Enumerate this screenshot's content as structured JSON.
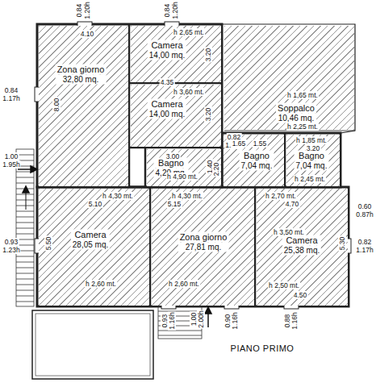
{
  "diagram": {
    "title": "PIANO PRIMO",
    "nodes": [
      {
        "text": [
          "Zona giorno",
          "32,80 mq."
        ]
      },
      {
        "text": [
          "Camera",
          "14,00 mq."
        ]
      },
      {
        "text": [
          "Camera",
          "14,00 mq."
        ]
      },
      {
        "text": [
          "Bagno",
          "4,20 mq."
        ]
      },
      {
        "text": [
          "Soppalco",
          "10,46 mq."
        ]
      },
      {
        "text": [
          "Bagno",
          "7,04 mq."
        ]
      },
      {
        "text": [
          "Bagno",
          "7,04 mq."
        ]
      },
      {
        "text": [
          "Camera",
          "28,05 mq."
        ]
      },
      {
        "text": [
          "Zona giorno",
          "27,81 mq."
        ]
      },
      {
        "text": [
          "Camera",
          "25,38 mq."
        ]
      }
    ],
    "labels": [
      "0.84",
      "1.20h",
      "0.84",
      "1.20h",
      "4.10",
      "h 2,65 mt.",
      "3.20",
      "4.35",
      "h 3,60 mt.",
      "8.00",
      "3.20",
      "0.84",
      "1.17h",
      "1.00",
      "1.95h",
      "3.00",
      "h 4,90 mt.",
      "1.40",
      "0.82",
      "1.17h",
      "h 1,65 mt.",
      "h 2,25 mt.",
      "1.65",
      "2.20",
      "1.55",
      "h 1,85 mt.",
      "3.20",
      "h 2,45 mt.",
      "0.60",
      "0.87h",
      "5.10",
      "h 4,30 mt.",
      "h 4,30 mt.",
      "5.15",
      "h 2,70 mt.",
      "4.70",
      "5.50",
      "0.93",
      "1.23h",
      "h 3,50 mt.",
      "5.30",
      "0.82",
      "1.17h",
      "h 2,60 mt.",
      "h 2,60 mt.",
      "h 2,50 mt.",
      "4.50",
      "0.93",
      "1.16h",
      "1.00",
      "2.00h",
      "0.90",
      "1.16h",
      "0.88",
      "1.16h"
    ]
  }
}
